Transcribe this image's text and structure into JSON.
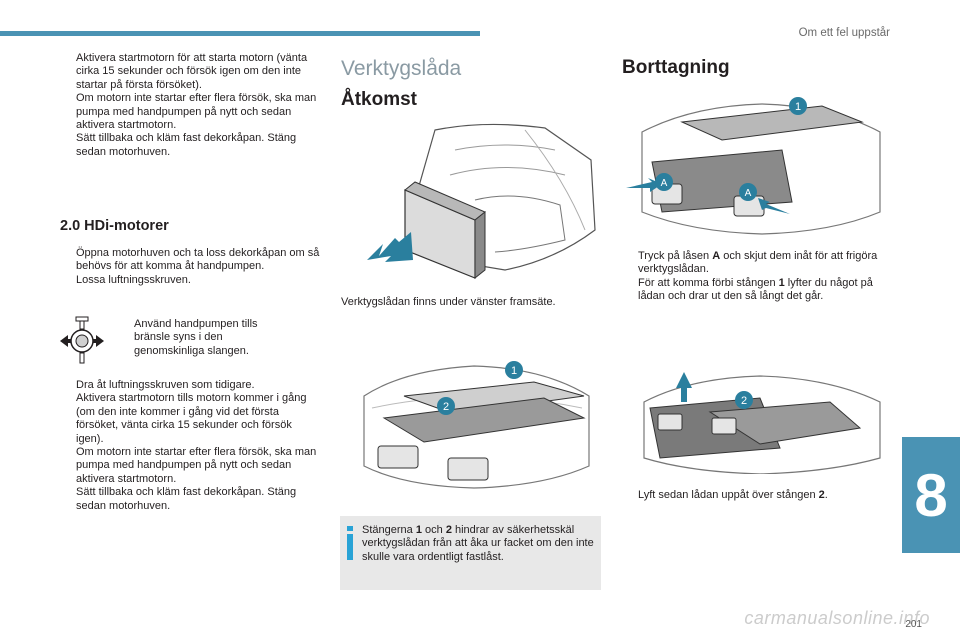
{
  "header": {
    "title": "Om ett fel uppstår"
  },
  "col1": {
    "bullets_top": [
      "Aktivera startmotorn för att starta motorn (vänta cirka 15 sekunder och försök igen om den inte startar på första försöket).",
      "Om motorn inte startar efter flera försök, ska man pumpa med handpumpen på nytt och sedan aktivera startmotorn.",
      "Sätt tillbaka och kläm fast dekorkåpan. Stäng sedan motorhuven."
    ],
    "subheading": "2.0 HDi-motorer",
    "bullets_mid": [
      "Öppna motorhuven och ta loss dekorkåpan om så behövs för att komma åt handpumpen.",
      "Lossa luftningsskruven."
    ],
    "pump_bullet": "Använd handpumpen tills bränsle syns i den genomskinliga slangen.",
    "bullets_bottom": [
      "Dra åt luftningsskruven som tidigare.",
      "Aktivera startmotorn tills motorn kommer i gång (om den inte kommer i gång vid det första försöket, vänta cirka 15 sekunder och försök igen).",
      "Om motorn inte startar efter flera försök, ska man pumpa med handpumpen på nytt och sedan aktivera startmotorn.",
      "Sätt tillbaka och kläm fast dekorkåpan. Stäng sedan motorhuven."
    ]
  },
  "col2": {
    "section_title": "Verktygslåda",
    "subtitle": "Åtkomst",
    "caption": "Verktygslådan finns under vänster framsäte.",
    "info": {
      "part1": "Stängerna ",
      "b1": "1",
      "part2": " och ",
      "b2": "2",
      "part3": " hindrar av säkerhetsskäl verktygslådan från att åka ur facket om den inte skulle vara ordentligt fastlåst."
    }
  },
  "col3": {
    "title": "Borttagning",
    "bullet1": {
      "part1": "Tryck på låsen ",
      "bold": "A",
      "part2": " och skjut dem inåt för att frigöra verktygslådan."
    },
    "bullet2": {
      "part1": "För att komma förbi stången ",
      "bold": "1",
      "part2": " lyfter du något på lådan och drar ut den så långt det går."
    },
    "bullet3": {
      "part1": "Lyft sedan lådan uppåt över stången ",
      "bold": "2",
      "part2": "."
    }
  },
  "labels": {
    "one": "1",
    "two": "2",
    "a": "A"
  },
  "bullet_glyph": "",
  "chapter": "8",
  "page_number": "201",
  "watermark": "carmanualsonline.info",
  "colors": {
    "accent": "#4a93b4",
    "info_icon": "#29a3d6",
    "callout": "#2a7f9e"
  }
}
